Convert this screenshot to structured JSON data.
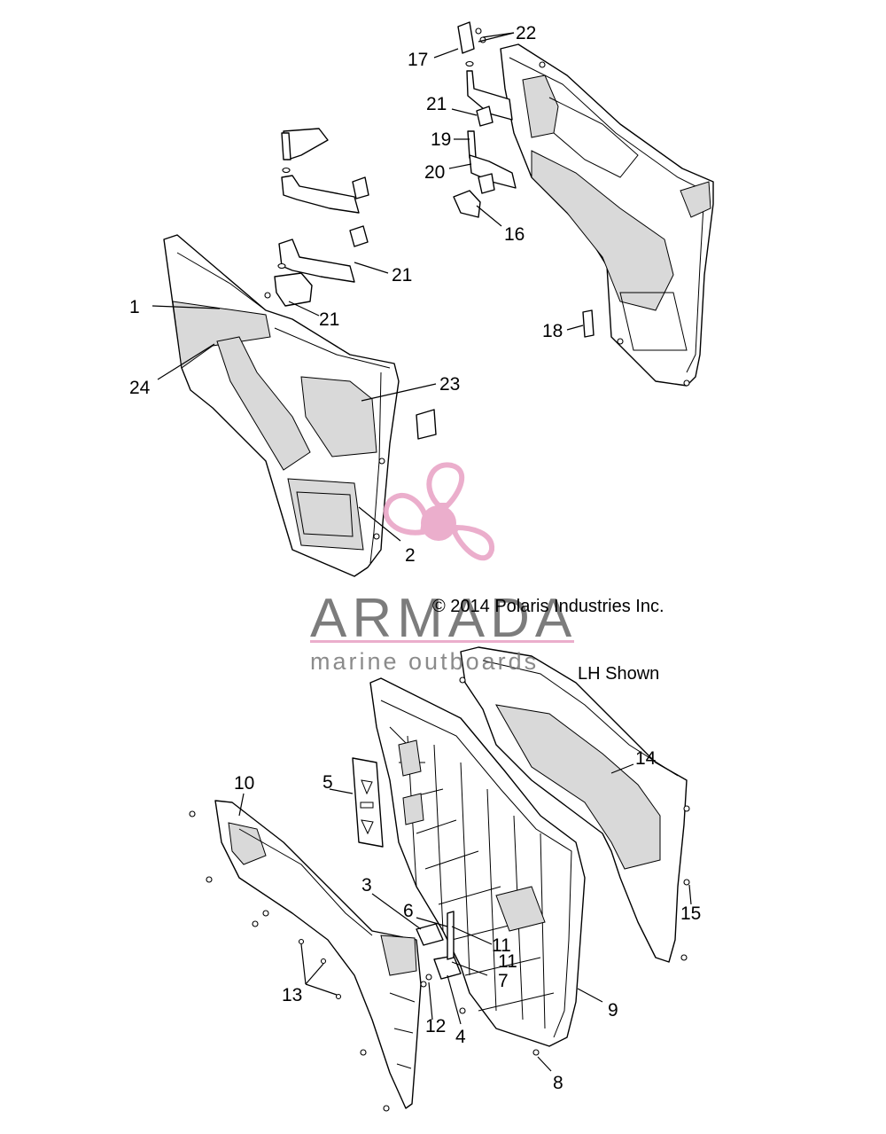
{
  "copyright": "© 2014 Polaris Industries Inc.",
  "view_note": "LH Shown",
  "watermark": {
    "brand": "ARMADA",
    "tagline": "marine outboards",
    "accent_color": "#e8a0c4",
    "text_color": "#666666"
  },
  "callouts": [
    "1",
    "2",
    "3",
    "4",
    "5",
    "6",
    "7",
    "8",
    "9",
    "10",
    "11",
    "11",
    "12",
    "13",
    "14",
    "15",
    "16",
    "17",
    "18",
    "19",
    "20",
    "21",
    "21",
    "21",
    "22",
    "23",
    "24"
  ]
}
